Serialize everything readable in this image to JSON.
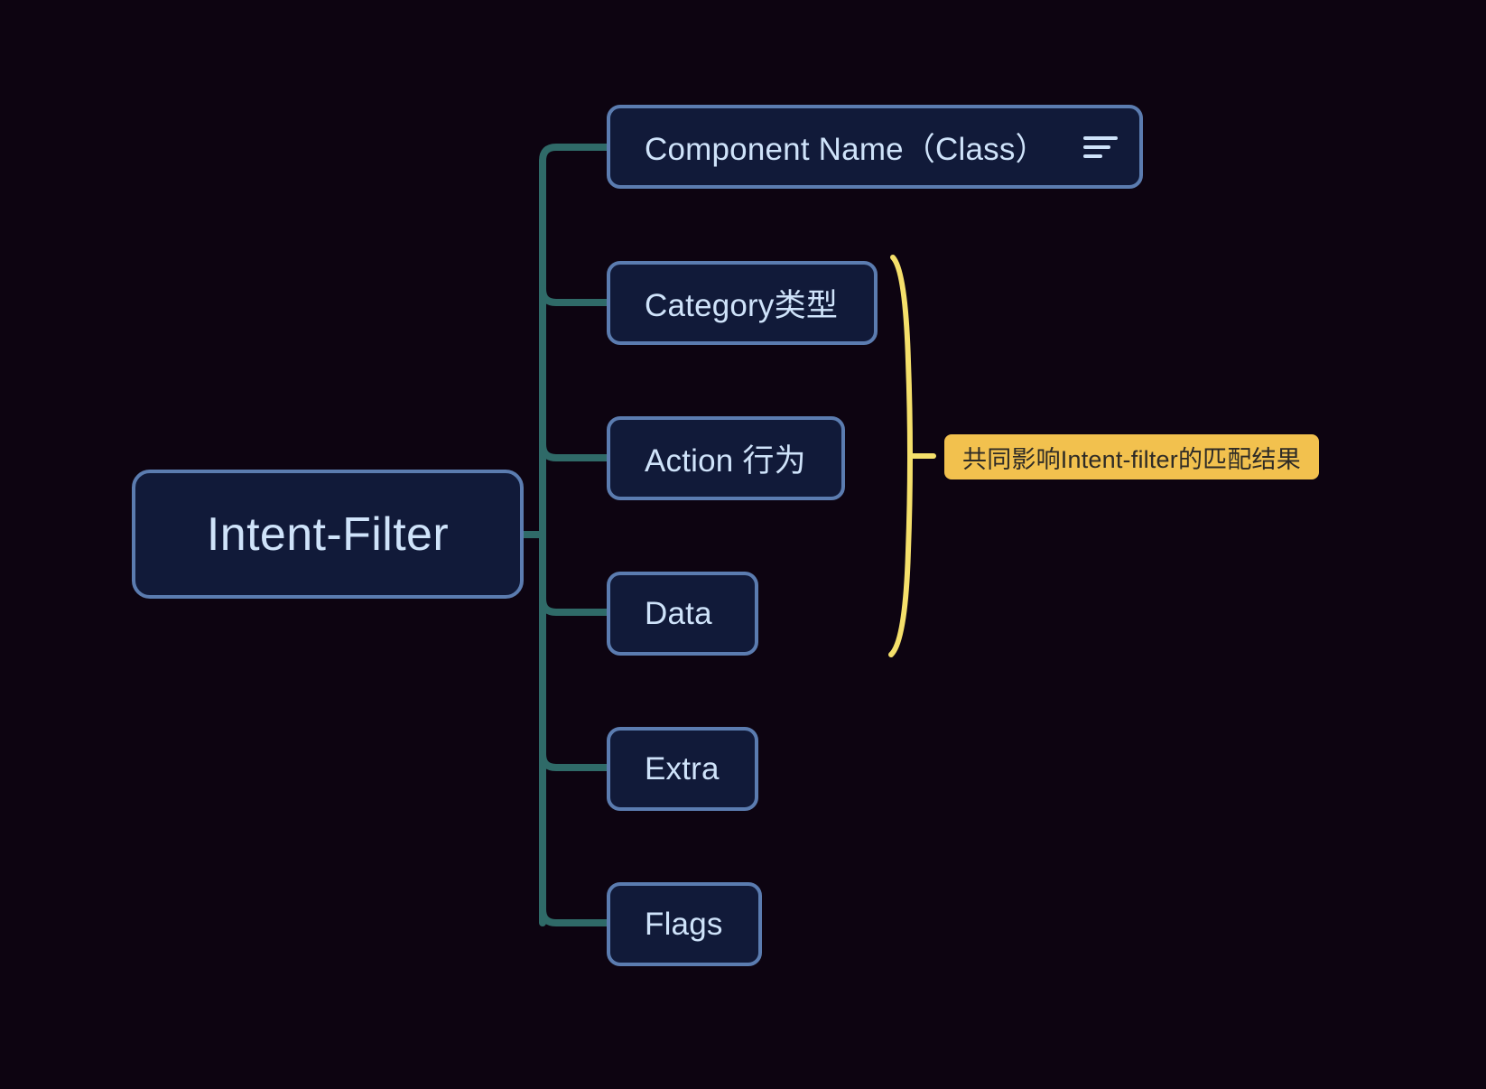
{
  "diagram": {
    "type": "mind-map",
    "background_color": "#0d0411",
    "root": {
      "label": "Intent-Filter",
      "fill": "#111a39",
      "border": "#5b7cb0",
      "text_color": "#cfe3fa"
    },
    "branch_color": "#2f6a68",
    "children": [
      {
        "label": "Component Name（Class）",
        "icon": "notes-icon"
      },
      {
        "label": "Category类型",
        "icon": null
      },
      {
        "label": "Action 行为",
        "icon": null
      },
      {
        "label": "Data",
        "icon": null
      },
      {
        "label": "Extra",
        "icon": null
      },
      {
        "label": "Flags",
        "icon": null
      }
    ],
    "annotation": {
      "label": "共同影响Intent-filter的匹配结果",
      "fill": "#f2c14e",
      "text_color": "#2e2b26",
      "brace_color": "#f5e06b",
      "covers": [
        "Category类型",
        "Action 行为",
        "Data"
      ]
    }
  }
}
